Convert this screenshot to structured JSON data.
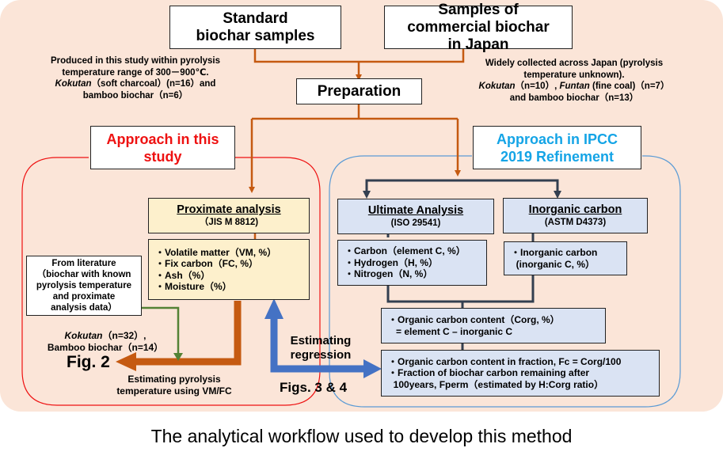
{
  "colors": {
    "panel_bg": "#fbe5d8",
    "orange_arrow": "#c55a11",
    "green_arrow": "#548235",
    "blue_arrow": "#4472c4",
    "dark_arrow": "#333f50",
    "study_frame": "#ee1111",
    "ipcc_frame": "#5b9bd5",
    "study_title": "#ee1111",
    "ipcc_title": "#14a4e6"
  },
  "top": {
    "standard_box": "Standard biochar samples",
    "commercial_box": "Samples of commercial biochar in Japan",
    "preparation_box": "Preparation",
    "standard_note": {
      "line1": "Produced in this study within pyrolysis",
      "line2": "temperature range of 300－900℃.",
      "line3_italic": "Kokutan",
      "line3_rest": "（soft charcoal）(n=16）and",
      "line4": "bamboo biochar（n=6）"
    },
    "commercial_note": {
      "line1": "Widely collected across Japan (pyrolysis",
      "line2": "temperature unknown).",
      "line3_italic_a": "Kokutan",
      "line3_mid": "（n=10）, ",
      "line3_italic_b": "Funtan",
      "line3_rest": " (fine coal)（n=7）",
      "line4": "and bamboo biochar（n=13）"
    }
  },
  "study": {
    "title": "Approach in this study",
    "proximate": {
      "header": "Proximate analysis",
      "standard": "（JIS M 8812)",
      "items": [
        "・Volatile matter（VM, %）",
        "・Fix carbon（FC, %）",
        "・Ash（%）",
        "・Moisture（%）"
      ]
    },
    "literature": {
      "lines": [
        "From literature",
        "（biochar with known",
        "pyrolysis temperature",
        "and proximate",
        "analysis data）"
      ]
    },
    "literature_counts": {
      "line1_italic": "Kokutan",
      "line1_rest": "（n=32）,",
      "line2": "Bamboo biochar（n=14）"
    },
    "fig2_label": "Fig. 2",
    "fig2_desc": [
      "Estimating pyrolysis",
      "temperature using VM/FC"
    ]
  },
  "regression": {
    "label": [
      "Estimating",
      "regression"
    ],
    "figs_label": "Figs. 3 & 4"
  },
  "ipcc": {
    "title": "Approach in IPCC 2019 Refinement",
    "ultimate": {
      "header": "Ultimate Analysis",
      "standard": "(ISO 29541)",
      "items": [
        "・Carbon（element C, %）",
        "・Hydrogen（H, %）",
        "・Nitrogen（N, %）"
      ]
    },
    "inorganic": {
      "header": "Inorganic carbon",
      "standard": "(ASTM D4373)",
      "items": [
        "・Inorganic carbon",
        "  (inorganic C, %）"
      ]
    },
    "organic": {
      "lines": [
        "・Organic carbon content（Corg, %）",
        "   = element C – inorganic C"
      ]
    },
    "fraction": {
      "lines": [
        "・Organic carbon content in fraction, Fc = Corg/100",
        "・Fraction of biochar carbon remaining after",
        "  100years, Fperm（estimated by H:Corg ratio）"
      ]
    }
  },
  "caption": "The analytical workflow used to develop this method"
}
